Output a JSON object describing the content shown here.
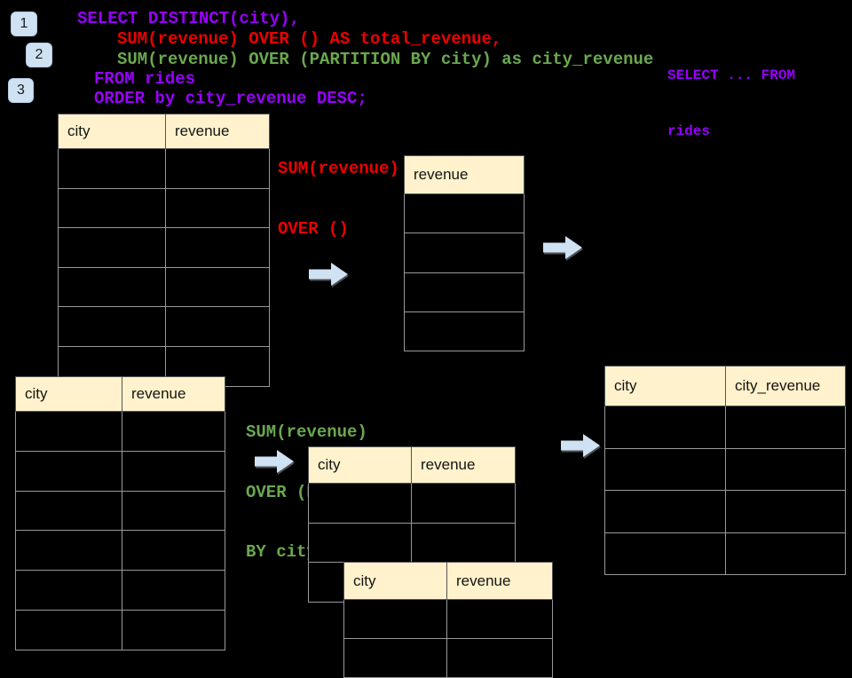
{
  "colors": {
    "background": "#000000",
    "purple": "#9900ff",
    "red": "#ee0000",
    "green": "#6aa84f",
    "table_header_fill": "#fff2cc",
    "arrow_fill": "#cfe2f3",
    "badge_fill": "#cfe2f3",
    "border_header": "#555555",
    "border_body": "#999999"
  },
  "badges": [
    "1",
    "2",
    "3"
  ],
  "sql": {
    "lines": [
      {
        "text": "SELECT DISTINCT(city),",
        "color": "purple"
      },
      {
        "text": "SUM(revenue) OVER () AS total_revenue,",
        "color": "red"
      },
      {
        "text": "SUM(revenue) OVER (PARTITION BY city) as city_revenue",
        "color": "green"
      },
      {
        "text": "FROM rides",
        "color": "purple"
      },
      {
        "text": "ORDER by city_revenue DESC;",
        "color": "purple"
      }
    ],
    "side_note": {
      "lines": [
        "SELECT ... FROM",
        "rides"
      ],
      "color": "purple"
    }
  },
  "labels": {
    "total_window": {
      "lines": [
        "SUM(revenue)",
        "OVER ()"
      ],
      "color": "red"
    },
    "partition_window": {
      "lines": [
        "SUM(revenue)",
        "OVER (PARTITION",
        "BY city)"
      ],
      "color": "green"
    }
  },
  "tables": [
    {
      "name": "rides-table-1",
      "headers": [
        "city",
        "revenue"
      ],
      "rows": 6
    },
    {
      "name": "revenue-column-table",
      "headers": [
        "revenue"
      ],
      "rows": 4
    },
    {
      "name": "rides-table-2",
      "headers": [
        "city",
        "revenue"
      ],
      "rows": 6
    },
    {
      "name": "partition-table-1",
      "headers": [
        "city",
        "revenue"
      ],
      "rows": 3
    },
    {
      "name": "partition-table-2",
      "headers": [
        "city",
        "revenue"
      ],
      "rows": 2
    },
    {
      "name": "city-revenue-result-table",
      "headers": [
        "city",
        "city_revenue"
      ],
      "rows": 4
    }
  ]
}
